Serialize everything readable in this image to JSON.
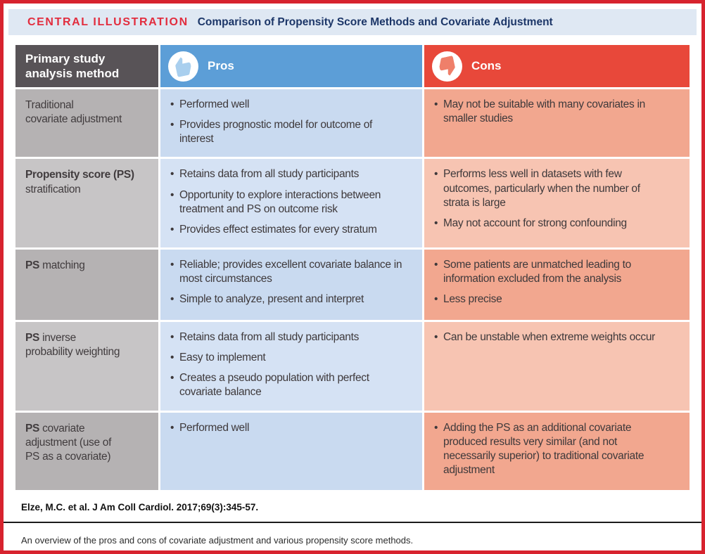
{
  "header": {
    "label": "CENTRAL ILLUSTRATION",
    "title": "Comparison of Propensity Score Methods and Covariate Adjustment"
  },
  "table": {
    "columns": {
      "method": "Primary study\nanalysis method",
      "pros": "Pros",
      "cons": "Cons"
    },
    "icons": {
      "pros": "thumbs-up-icon",
      "cons": "thumbs-down-icon"
    },
    "rows": [
      {
        "method": {
          "bold": "",
          "rest": "Traditional\ncovariate adjustment"
        },
        "pros": [
          "Performed well",
          "Provides prognostic model for outcome of interest"
        ],
        "cons": [
          "May not be suitable with many covariates in smaller studies"
        ]
      },
      {
        "method": {
          "bold": "Propensity score (PS)",
          "rest": "\nstratification"
        },
        "pros": [
          "Retains data from all study participants",
          "Opportunity to explore interactions between treatment and PS on outcome risk",
          "Provides effect estimates for every stratum"
        ],
        "cons": [
          "Performs less well in datasets with few outcomes, particularly when the number of strata is large",
          "May not account for strong confounding"
        ]
      },
      {
        "method": {
          "bold": "PS",
          "rest": " matching"
        },
        "pros": [
          "Reliable; provides excellent covariate balance in most circumstances",
          "Simple to analyze, present and interpret"
        ],
        "cons": [
          "Some patients are unmatched leading to information excluded from the analysis",
          "Less precise"
        ]
      },
      {
        "method": {
          "bold": "PS",
          "rest": " inverse\nprobability weighting"
        },
        "pros": [
          "Retains data from all study participants",
          "Easy to implement",
          "Creates a pseudo population with perfect covariate balance"
        ],
        "cons": [
          "Can be unstable when extreme weights occur"
        ]
      },
      {
        "method": {
          "bold": "PS",
          "rest": " covariate\nadjustment (use of\nPS as a covariate)"
        },
        "pros": [
          "Performed well"
        ],
        "cons": [
          "Adding the PS as an additional covariate produced results very similar (and not necessarily superior) to traditional covariate adjustment"
        ]
      }
    ]
  },
  "footer": {
    "citation": "Elze, M.C. et al. J Am Coll Cardiol. 2017;69(3):345-57.",
    "caption": "An overview of the pros and cons of covariate adjustment and various propensity score methods."
  },
  "colors": {
    "border_red": "#d7232e",
    "label_red": "#e22d3e",
    "title_navy": "#1c3668",
    "method_header_gray": "#585357",
    "pros_header_blue": "#5c9ed7",
    "cons_header_red": "#e8483a",
    "method_cell_dark": "#b5b2b3",
    "method_cell_light": "#c7c5c6",
    "pros_cell_dark": "#c9daf0",
    "pros_cell_light": "#d5e2f4",
    "cons_cell_dark": "#f2a78f",
    "cons_cell_light": "#f7c4b2"
  }
}
